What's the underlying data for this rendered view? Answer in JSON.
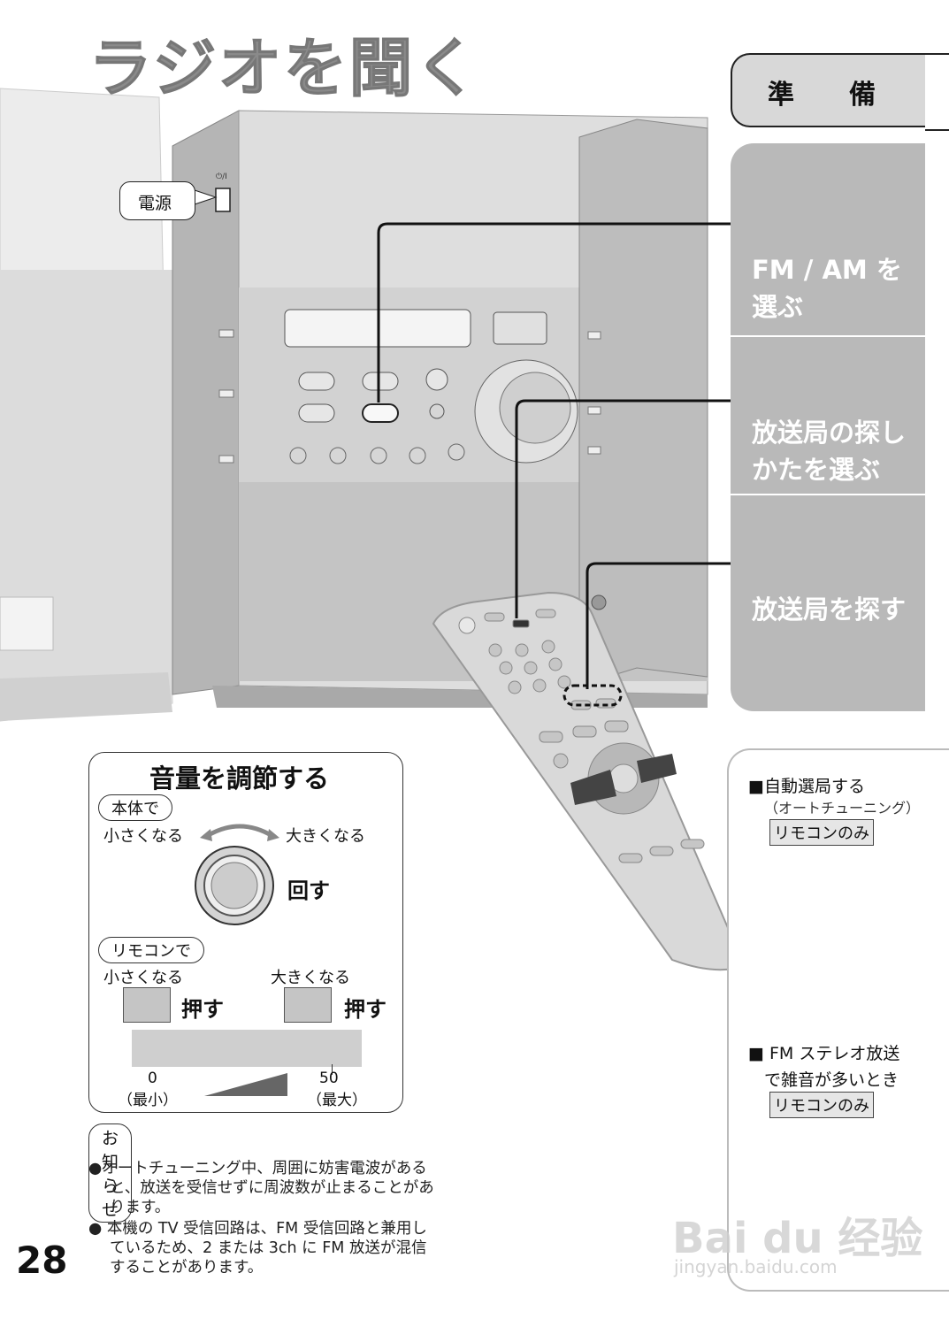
{
  "title": "ラジオを聞く",
  "tabs": {
    "prep": "準　備",
    "fm_am_line1": "FM / AM を",
    "fm_am_line2": "選ぶ",
    "method_line1": "放送局の探し",
    "method_line2": "かたを選ぶ",
    "search": "放送局を探す"
  },
  "callout_power": "電源",
  "power_symbol": "⏻/I",
  "notes": {
    "auto_head": "■自動選局する",
    "auto_sub": "（オートチューニング）",
    "remote_only_1": "リモコンのみ",
    "fm_head_1": "■ FM ステレオ放送",
    "fm_head_2": "で雑音が多いとき",
    "remote_only_2": "リモコンのみ"
  },
  "volume": {
    "title": "音量を調節する",
    "unit_pill": "本体で",
    "smaller": "小さくなる",
    "larger": "大きくなる",
    "turn": "回す",
    "remote_pill": "リモコンで",
    "smaller2": "小さくなる",
    "larger2": "大きくなる",
    "press_left": "押す",
    "press_right": "押す",
    "min_value": "0",
    "min_label": "（最小）",
    "max_value": "50",
    "max_label": "（最大）"
  },
  "notice": {
    "pill": "お知らせ",
    "b1_line1": "●オートチューニング中、周囲に妨害電波がある",
    "b1_line2": "と、放送を受信せずに周波数が止まることがあ",
    "b1_line3": "ります。",
    "b2_line1": "● 本機の TV 受信回路は、FM 受信回路と兼用し",
    "b2_line2": "ているため、2 または 3ch に FM 放送が混信",
    "b2_line3": "することがあります。"
  },
  "page_number": "28",
  "watermark": "Bai du 经验",
  "watermark_url": "jingyan.baidu.com"
}
